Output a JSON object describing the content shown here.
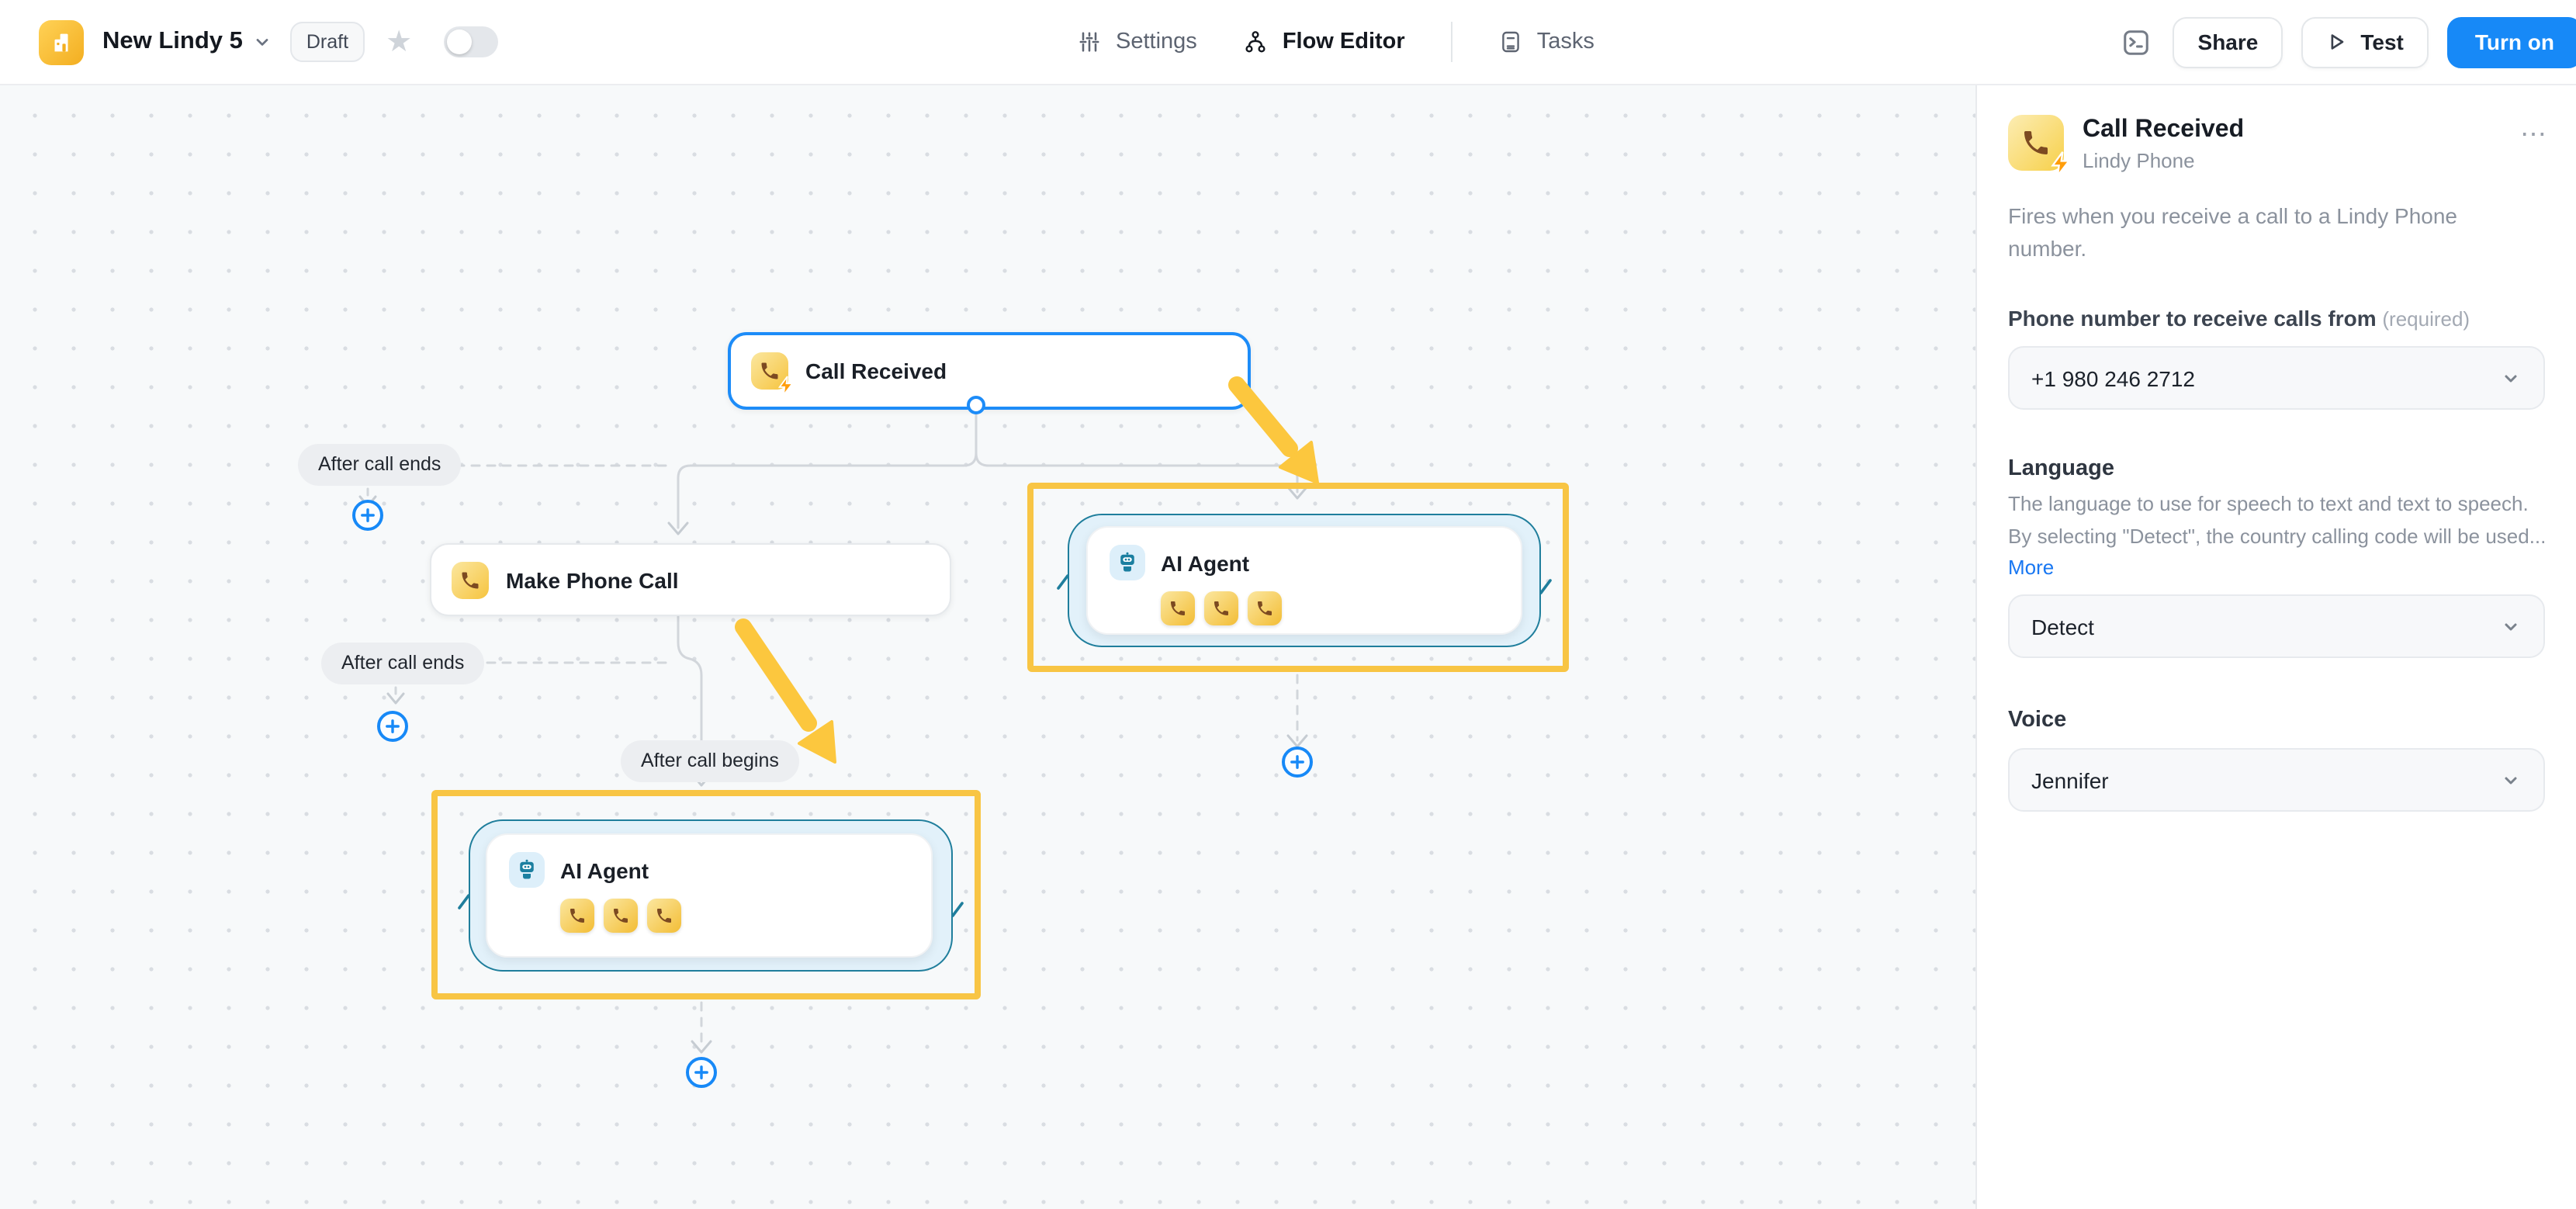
{
  "header": {
    "title": "New Lindy 5",
    "status_badge": "Draft",
    "nav": [
      {
        "label": "Settings"
      },
      {
        "label": "Flow Editor"
      },
      {
        "label": "Tasks"
      }
    ],
    "share_label": "Share",
    "test_label": "Test",
    "turn_on_label": "Turn on"
  },
  "canvas": {
    "call_received_label": "Call Received",
    "make_phone_call_label": "Make Phone Call",
    "ai_agent_right_label": "AI Agent",
    "ai_agent_bottom_label": "AI Agent",
    "after_call_ends_top_label": "After call ends",
    "after_call_ends_bottom_label": "After call ends",
    "after_call_begins_label": "After call begins"
  },
  "panel": {
    "title": "Call Received",
    "subtitle": "Lindy Phone",
    "menu_icon": "⋯",
    "description": "Fires when you receive a call to a Lindy Phone number.",
    "phone_label": "Phone number to receive calls from",
    "phone_required": "(required)",
    "phone_value": "+1 980 246 2712",
    "language_label": "Language",
    "language_description": [
      "The language to use for speech to text and text to speech.",
      "By selecting \"Detect\", the country calling code will be used..."
    ],
    "language_more": "More",
    "language_value": "Detect",
    "voice_label": "Voice",
    "voice_value": "Jennifer"
  },
  "colors": {
    "accent_blue": "#1789f7",
    "selected_border_blue": "#1d8cf8",
    "highlight_yellow": "#f8c544",
    "annotation_arrow_yellow": "#fcc73e",
    "loop_teal": "#1f7e9c",
    "icon_yellow_gradient": "#f6c43f",
    "canvas_bg": "#f7f9fa"
  }
}
